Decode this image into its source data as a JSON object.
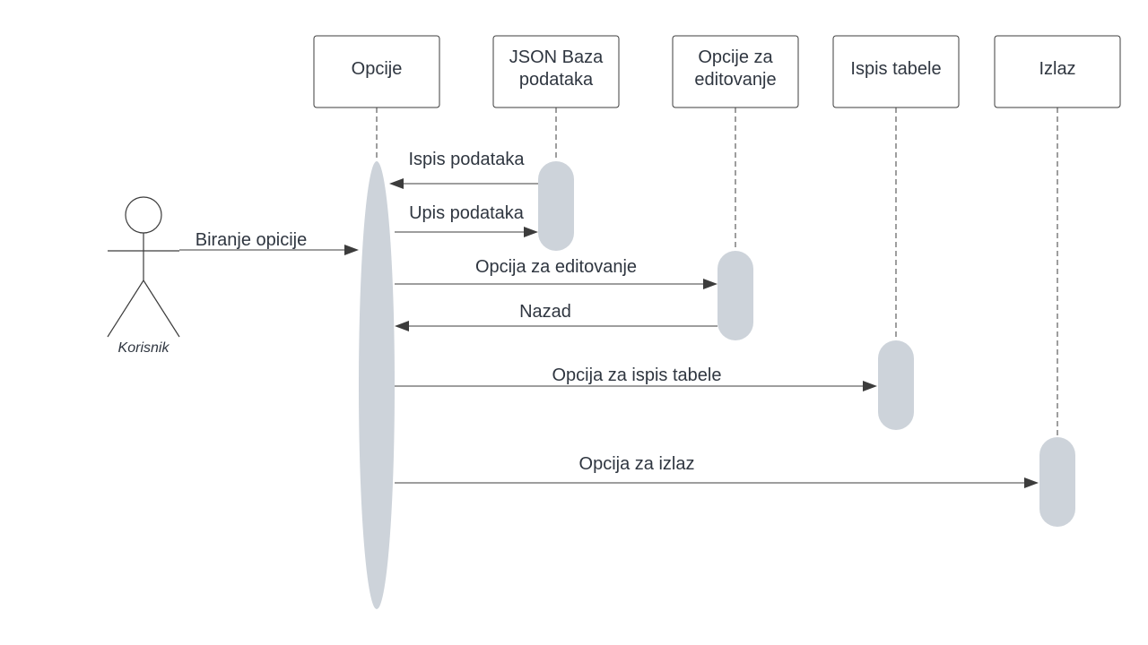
{
  "actor": {
    "name": "Korisnik"
  },
  "participants": [
    {
      "id": "opcije",
      "label_lines": [
        "Opcije"
      ]
    },
    {
      "id": "json-baza",
      "label_lines": [
        "JSON Baza",
        "podataka"
      ]
    },
    {
      "id": "opcije-editovanje",
      "label_lines": [
        "Opcije za",
        "editovanje"
      ]
    },
    {
      "id": "ispis-tabele",
      "label_lines": [
        "Ispis tabele"
      ]
    },
    {
      "id": "izlaz",
      "label_lines": [
        "Izlaz"
      ]
    }
  ],
  "messages": [
    {
      "id": "biranje-opicije",
      "label": "Biranje opicije",
      "from": "actor",
      "to": "opcije"
    },
    {
      "id": "ispis-podataka",
      "label": "Ispis podataka",
      "from": "json-baza",
      "to": "opcije"
    },
    {
      "id": "upis-podataka",
      "label": "Upis podataka",
      "from": "opcije",
      "to": "json-baza"
    },
    {
      "id": "opcija-za-editovanje",
      "label": "Opcija za editovanje",
      "from": "opcije",
      "to": "opcije-editovanje"
    },
    {
      "id": "nazad",
      "label": "Nazad",
      "from": "opcije-editovanje",
      "to": "opcije"
    },
    {
      "id": "opcija-za-ispis-tabele",
      "label": "Opcija za ispis tabele",
      "from": "opcije",
      "to": "ispis-tabele"
    },
    {
      "id": "opcija-za-izlaz",
      "label": "Opcija za izlaz",
      "from": "opcije",
      "to": "izlaz"
    }
  ],
  "colors": {
    "activation": "#cdd3da",
    "line": "#3c3c3c",
    "text": "#2f3640"
  }
}
